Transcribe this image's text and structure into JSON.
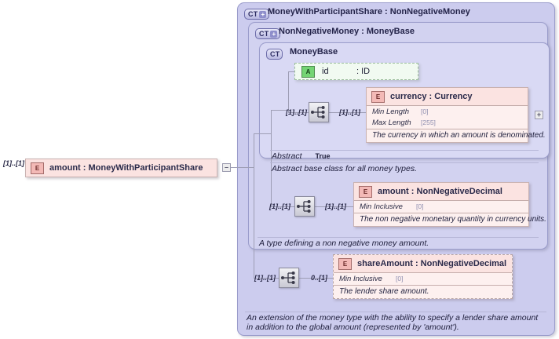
{
  "diagram": {
    "type": "xsd-schema-diagram",
    "root_element": {
      "icon": "element-icon",
      "name": "amount",
      "separator": ":",
      "type": "MoneyWithParticipantShare",
      "label": "amount   : MoneyWithParticipantShare",
      "cardinality": "[1]..[1]",
      "collapse_toggle": "–"
    },
    "complex_types": [
      {
        "badge": "CT",
        "badge_plus": "+",
        "title": "MoneyWithParticipantShare : NonNegativeMoney",
        "annotation": "An extension of the money type with the ability to specify a lender share amount in addition to the global amount (represented by 'amount')."
      },
      {
        "badge": "CT",
        "badge_plus": "+",
        "title": "NonNegativeMoney : MoneyBase",
        "annotation": "A type defining a non negative money amount."
      },
      {
        "badge": "CT",
        "badge_plus": "",
        "title": "MoneyBase",
        "facet_name": "Abstract",
        "facet_value": "True",
        "annotation": "Abstract base class for all money types."
      }
    ],
    "attribute": {
      "icon": "attribute-icon",
      "icon_letter": "A",
      "name": "id",
      "type": ": ID"
    },
    "elements": [
      {
        "icon_letter": "E",
        "name": "currency",
        "separator": ":",
        "type": "Currency",
        "title": "currency : Currency",
        "facets": [
          {
            "name": "Min Length",
            "value": "[0]"
          },
          {
            "name": "Max Length",
            "value": "[255]"
          }
        ],
        "description": "The currency in which an amount is denominated.",
        "cardinality_left": "[1]..[1]",
        "cardinality_right": "[1]..[1]",
        "expand_toggle": "+",
        "optional": false
      },
      {
        "icon_letter": "E",
        "name": "amount",
        "separator": ":",
        "type": "NonNegativeDecimal",
        "title": "amount   : NonNegativeDecimal",
        "facets": [
          {
            "name": "Min Inclusive",
            "value": "[0]"
          }
        ],
        "description": "The non negative monetary quantity in currency units.",
        "cardinality_left": "[1]..[1]",
        "cardinality_right": "[1]..[1]",
        "optional": false
      },
      {
        "icon_letter": "E",
        "name": "shareAmount",
        "separator": ":",
        "type": "NonNegativeDecimal",
        "title": "shareAmount : NonNegativeDecimal",
        "facets": [
          {
            "name": "Min Inclusive",
            "value": "[0]"
          }
        ],
        "description": "The lender share amount.",
        "cardinality_left": "[1]..[1]",
        "cardinality_right": "0..[1]",
        "optional": true
      }
    ],
    "compositors": [
      {
        "name": "sequence-icon",
        "kind": "sequence"
      },
      {
        "name": "sequence-icon",
        "kind": "sequence"
      },
      {
        "name": "sequence-icon",
        "kind": "sequence"
      }
    ],
    "colors": {
      "panel_outer": "#ccccee",
      "panel_mid": "#d2d2f0",
      "panel_inner": "#d9d9f4",
      "element_fill": "#fdf0ef",
      "element_header": "#fbe3e1",
      "attribute_fill": "#f1faf1",
      "line": "#9d9db4"
    }
  }
}
